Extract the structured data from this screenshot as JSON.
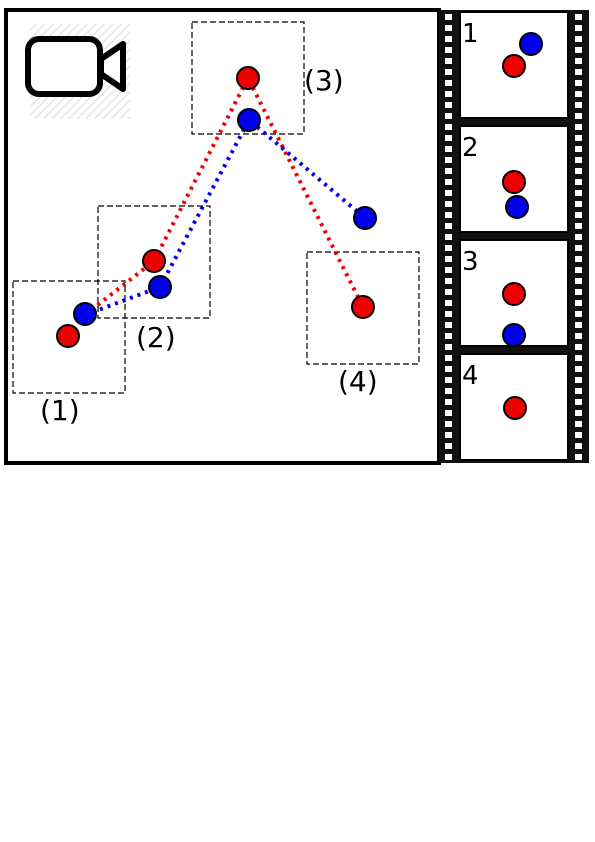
{
  "colors": {
    "red": "#ee0000",
    "blue": "#0000ee",
    "frame": "#000000",
    "film": "#111111",
    "background": "#ffffff"
  },
  "camera": {
    "icon": "video-camera-icon"
  },
  "regions": [
    {
      "label": "(1)"
    },
    {
      "label": "(2)"
    },
    {
      "label": "(3)"
    },
    {
      "label": "(4)"
    }
  ],
  "film_strip": {
    "frames": [
      {
        "number": "1",
        "balls": [
          "red",
          "blue"
        ]
      },
      {
        "number": "2",
        "balls": [
          "red",
          "blue"
        ]
      },
      {
        "number": "3",
        "balls": [
          "red",
          "blue"
        ]
      },
      {
        "number": "4",
        "balls": [
          "red"
        ]
      }
    ]
  },
  "trajectories": [
    {
      "color": "red",
      "style": "dotted"
    },
    {
      "color": "blue",
      "style": "dotted"
    }
  ]
}
